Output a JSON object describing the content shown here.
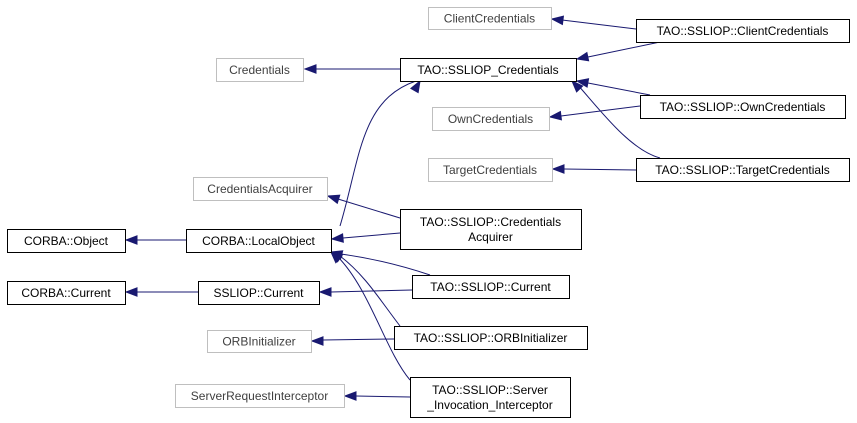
{
  "diagram": {
    "colors": {
      "edge": "#191970",
      "external_border": "#bfbfbf",
      "internal_border": "#000000"
    },
    "nodes": {
      "client_credentials": [
        "ClientCredentials"
      ],
      "credentials": [
        "Credentials"
      ],
      "own_credentials": [
        "OwnCredentials"
      ],
      "target_credentials": [
        "TargetCredentials"
      ],
      "credentials_acquirer": [
        "CredentialsAcquirer"
      ],
      "corba_object": [
        "CORBA::Object"
      ],
      "corba_current": [
        "CORBA::Current"
      ],
      "orb_initializer": [
        "ORBInitializer"
      ],
      "server_request_interceptor": [
        "ServerRequestInterceptor"
      ],
      "tao_ssliop_credentials": [
        "TAO::SSLIOP_Credentials"
      ],
      "corba_local_object": [
        "CORBA::LocalObject"
      ],
      "ssliop_current": [
        "SSLIOP::Current"
      ],
      "tao_ssliop_client_credentials": [
        "TAO::SSLIOP::ClientCredentials"
      ],
      "tao_ssliop_own_credentials": [
        "TAO::SSLIOP::OwnCredentials"
      ],
      "tao_ssliop_target_credentials": [
        "TAO::SSLIOP::TargetCredentials"
      ],
      "tao_ssliop_credentials_acquirer": [
        "TAO::SSLIOP::Credentials",
        "Acquirer"
      ],
      "tao_ssliop_current": [
        "TAO::SSLIOP::Current"
      ],
      "tao_ssliop_orb_initializer": [
        "TAO::SSLIOP::ORBInitializer"
      ],
      "tao_ssliop_server_invocation_interceptor": [
        "TAO::SSLIOP::Server",
        "_Invocation_Interceptor"
      ]
    }
  }
}
